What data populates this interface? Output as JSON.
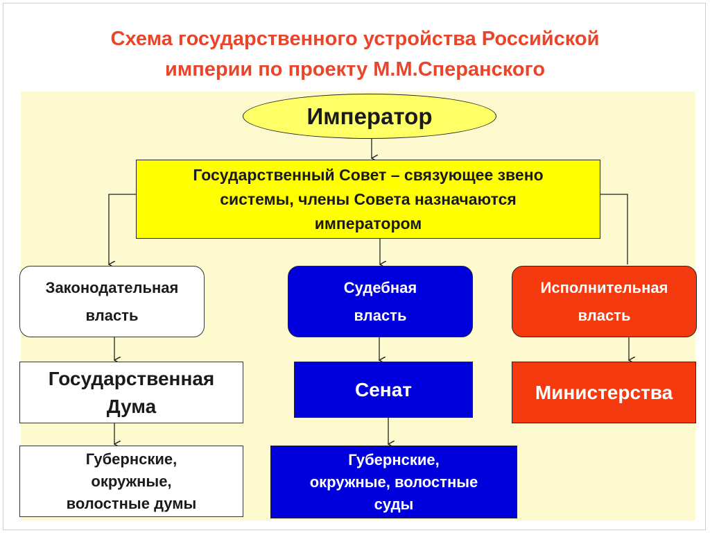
{
  "slide": {
    "title_line1": "Схема  государственного устройства Российской",
    "title_line2": "империи по проекту М.М.Сперанского"
  },
  "diagram": {
    "emperor": "Император",
    "council": {
      "line1": "Государственный Совет – связующее звено",
      "line2": "системы, члены Совета назначаются",
      "line3": "императором"
    },
    "branches": {
      "legislative": {
        "line1": "Законодательная",
        "line2": "власть"
      },
      "judicial": {
        "line1": "Судебная",
        "line2": "власть"
      },
      "executive": {
        "line1": "Исполнительная",
        "line2": "власть"
      }
    },
    "institutions": {
      "duma": {
        "line1": "Государственная",
        "line2": "Дума"
      },
      "senate": "Сенат",
      "ministries": "Министерства"
    },
    "local": {
      "dumas": {
        "line1": "Губернские,",
        "line2": "окружные,",
        "line3": "волостные думы"
      },
      "courts": {
        "line1": "Губернские,",
        "line2": "окружные, волостные",
        "line3": "суды"
      }
    }
  },
  "colors": {
    "title": "#e8452a",
    "panel_background": "#fdfad0",
    "emperor_fill": "#ffff66",
    "council_fill": "#ffff00",
    "judicial_fill": "#0000dd",
    "executive_fill": "#f53a10",
    "legislative_fill": "#ffffff"
  }
}
